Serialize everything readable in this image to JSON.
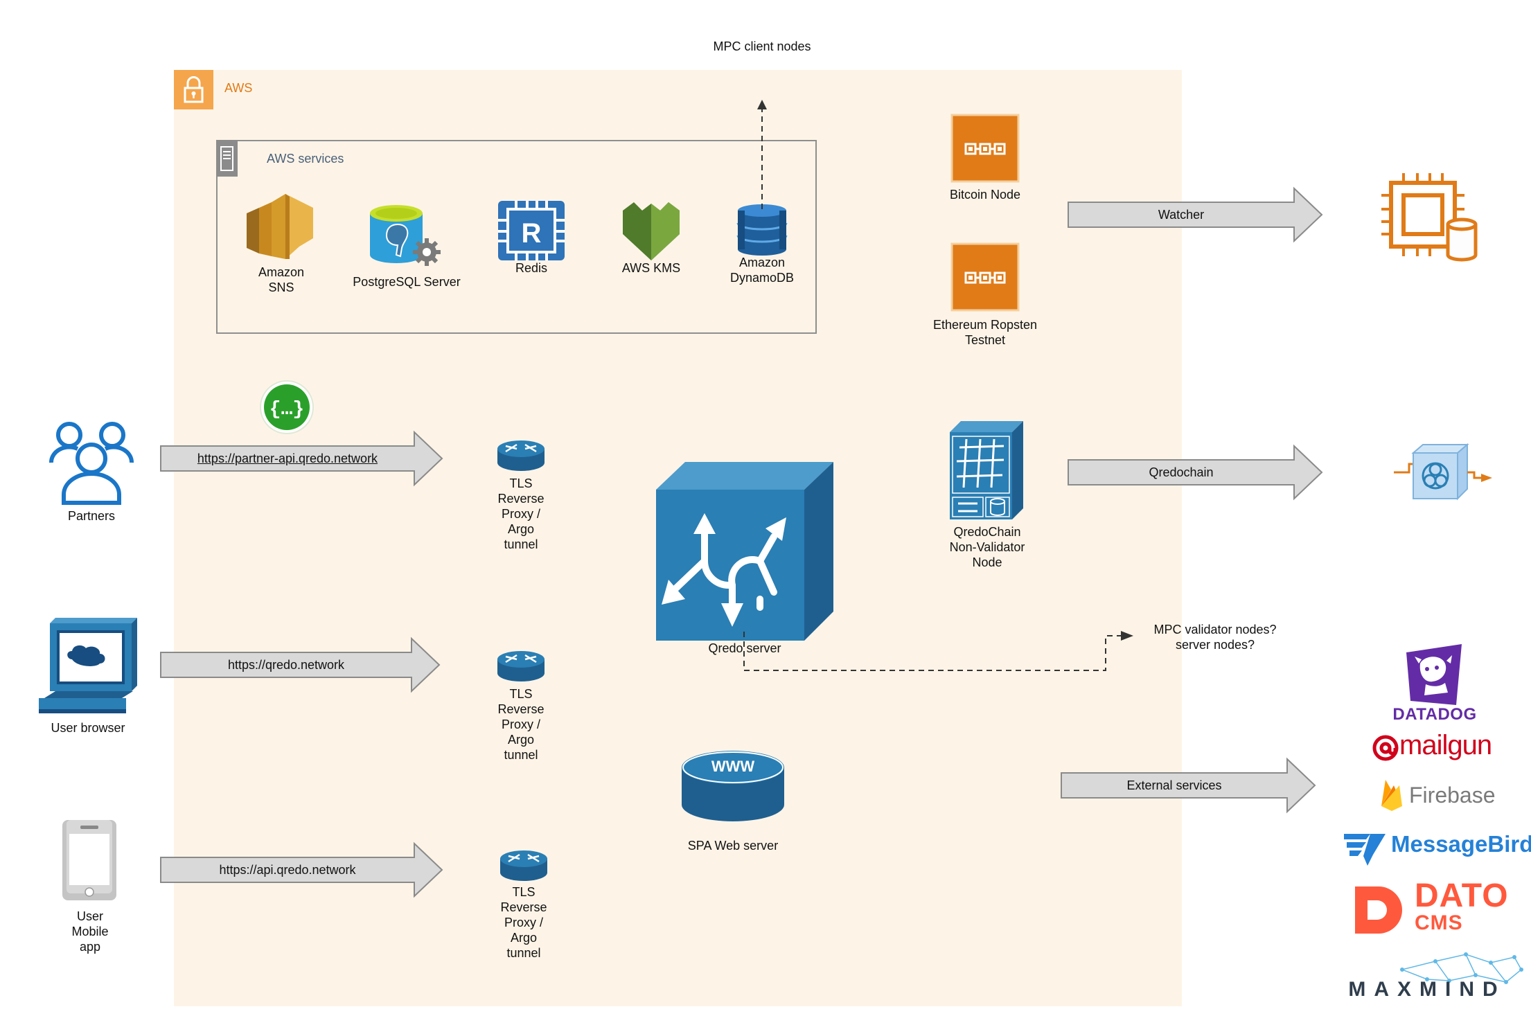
{
  "diagram": {
    "title": "MPC client nodes",
    "aws_region": {
      "label": "AWS"
    },
    "aws_services": {
      "label": "AWS services",
      "items": [
        {
          "label": "Amazon\nSNS",
          "icon": "amazon-sns-icon"
        },
        {
          "label": "PostgreSQL Server",
          "icon": "postgresql-icon"
        },
        {
          "label": "Redis",
          "icon": "redis-icon"
        },
        {
          "label": "AWS KMS",
          "icon": "aws-kms-icon"
        },
        {
          "label": "Amazon\nDynamoDB",
          "icon": "dynamodb-icon"
        }
      ]
    },
    "blockchain_nodes": [
      {
        "label": "Bitcoin Node",
        "icon": "blockchain-node-icon"
      },
      {
        "label": "Ethereum Ropsten\nTestnet",
        "icon": "blockchain-node-icon"
      },
      {
        "label": "QredoChain\nNon-Validator\nNode",
        "icon": "qredochain-node-icon"
      }
    ],
    "clients": [
      {
        "label": "Partners",
        "icon": "partners-icon",
        "url": "https://partner-api.qredo.network",
        "proxy": "TLS\nReverse\nProxy /\nArgo\ntunnel"
      },
      {
        "label": "User browser",
        "icon": "browser-workstation-icon",
        "url": "https://qredo.network",
        "proxy": "TLS\nReverse\nProxy /\nArgo\ntunnel"
      },
      {
        "label": "User\nMobile\napp",
        "icon": "mobile-phone-icon",
        "url": "https://api.qredo.network",
        "proxy": "TLS\nReverse\nProxy /\nArgo\ntunnel"
      }
    ],
    "qredo_server": {
      "label": "Qredo server",
      "icon": "qredo-server-icon"
    },
    "spa_web_server": {
      "label": "SPA Web server",
      "icon_text": "WWW"
    },
    "validator_note": "MPC validator nodes?\nserver nodes?",
    "outbound": [
      {
        "label": "Watcher",
        "icon": "ec2-database-icon"
      },
      {
        "label": "Qredochain",
        "icon": "blockchain-cube-icon"
      },
      {
        "label": "External services"
      }
    ],
    "external_services": [
      "DATADOG",
      "mailgun",
      "Firebase",
      "MessageBird",
      "DATO",
      "CMS",
      "MAXMIND"
    ],
    "colors": {
      "aws_orange": "#e07b18",
      "aws_background": "#fdf4e7",
      "cisco_blue": "#2a7fb4",
      "arrow_gray": "#d9d9d9",
      "datadog_purple": "#632ca6",
      "mailgun_red": "#d0021b",
      "messagebird_blue": "#2481d7",
      "dato_orange": "#ff593d",
      "maxmind_navy": "#2f3d4c"
    }
  }
}
